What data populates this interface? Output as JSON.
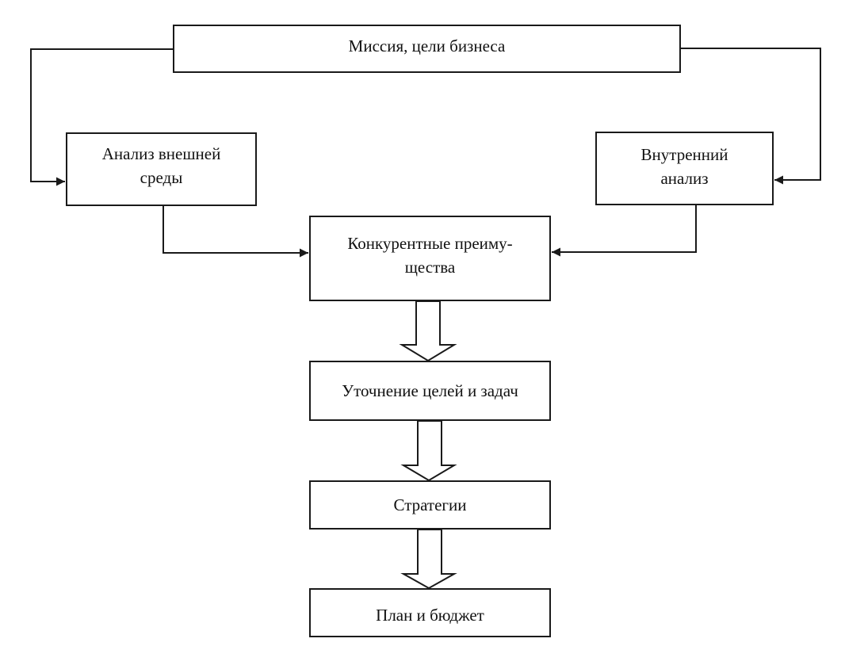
{
  "diagram": {
    "type": "flowchart",
    "nodes": [
      {
        "id": "mission",
        "label": "Миссия, цели бизнеса"
      },
      {
        "id": "external",
        "label_lines": [
          "Анализ внешней",
          "среды"
        ]
      },
      {
        "id": "internal",
        "label_lines": [
          "Внутренний",
          "анализ"
        ]
      },
      {
        "id": "advantages",
        "label_lines": [
          "Конкурентные преиму-",
          "щества"
        ]
      },
      {
        "id": "refine",
        "label": "Уточнение целей и задач"
      },
      {
        "id": "strategies",
        "label": "Стратегии"
      },
      {
        "id": "plan",
        "label": "План и бюджет"
      }
    ],
    "edges": [
      {
        "from": "mission",
        "to": "external",
        "style": "line-arrow"
      },
      {
        "from": "mission",
        "to": "internal",
        "style": "line-arrow"
      },
      {
        "from": "external",
        "to": "advantages",
        "style": "line-arrow"
      },
      {
        "from": "internal",
        "to": "advantages",
        "style": "line-arrow"
      },
      {
        "from": "advantages",
        "to": "refine",
        "style": "block-arrow"
      },
      {
        "from": "refine",
        "to": "strategies",
        "style": "block-arrow"
      },
      {
        "from": "strategies",
        "to": "plan",
        "style": "block-arrow"
      }
    ],
    "colors": {
      "stroke": "#1a1a1a",
      "fill": "#ffffff"
    }
  }
}
